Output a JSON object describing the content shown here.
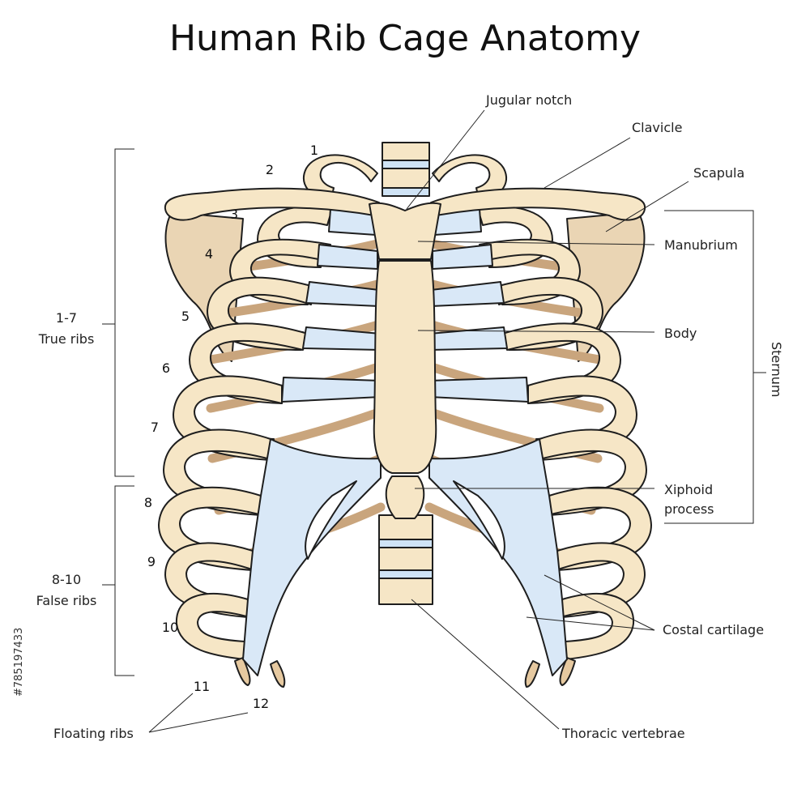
{
  "title": "Human Rib Cage Anatomy",
  "labels": {
    "jugular_notch": "Jugular notch",
    "clavicle": "Clavicle",
    "scapula": "Scapula",
    "manubrium": "Manubrium",
    "body": "Body",
    "sternum": "Sternum",
    "xiphoid_line1": "Xiphoid",
    "xiphoid_line2": "process",
    "costal_cartilage": "Costal cartilage",
    "thoracic_vertebrae": "Thoracic vertebrae",
    "floating_ribs": "Floating ribs",
    "true_ribs_range": "1-7",
    "true_ribs": "True ribs",
    "false_ribs_range": "8-10",
    "false_ribs": "False ribs"
  },
  "rib_numbers": [
    "1",
    "2",
    "3",
    "4",
    "5",
    "6",
    "7",
    "8",
    "9",
    "10",
    "11",
    "12"
  ],
  "watermark": "#785197433",
  "colors": {
    "bone": "#f6e6c6",
    "bone_shadow": "#e3c9a3",
    "cartilage": "#d9e8f7",
    "outline": "#1e1e1e",
    "back_rib": "#dcc1a0"
  }
}
